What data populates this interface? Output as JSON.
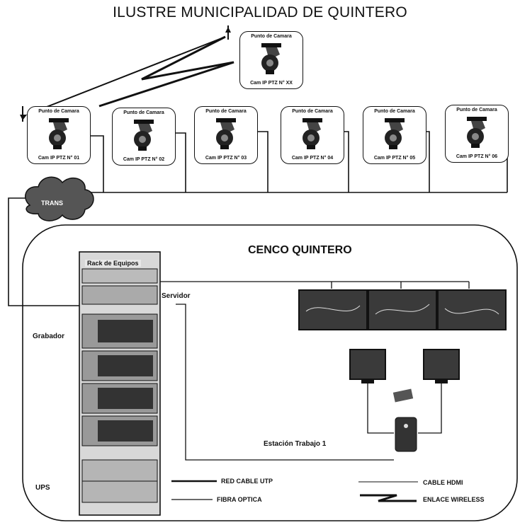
{
  "title": "ILUSTRE MUNICIPALIDAD DE QUINTERO",
  "cameras": [
    {
      "top": "Punto de Camara",
      "bottom": "Cam IP PTZ N° XX"
    },
    {
      "top": "Punto de Camara",
      "bottom": "Cam IP PTZ N° 01"
    },
    {
      "top": "Punto de Camara",
      "bottom": "Cam IP PTZ N° 02"
    },
    {
      "top": "Punto de Camara",
      "bottom": "Cam IP PTZ N° 03"
    },
    {
      "top": "Punto de Camara",
      "bottom": "Cam IP PTZ N° 04"
    },
    {
      "top": "Punto de Camara",
      "bottom": "Cam IP PTZ N° 05"
    },
    {
      "top": "Punto de Camara",
      "bottom": "Cam IP PTZ N° 06"
    }
  ],
  "cloud_label": "TRANS",
  "cenco": {
    "title": "CENCO QUINTERO",
    "rack_label": "Rack de Equipos",
    "servidor": "Servidor",
    "grabador": "Grabador",
    "ups": "UPS",
    "estacion": "Estación Trabajo 1"
  },
  "legend": {
    "utp": "RED CABLE UTP",
    "fibra": "FIBRA OPTICA",
    "hdmi": "CABLE HDMI",
    "wireless": "ENLACE WIRELESS"
  },
  "colors": {
    "line": "#111111",
    "rack": "#cfcfcf",
    "screen": "#3a3a3a"
  }
}
